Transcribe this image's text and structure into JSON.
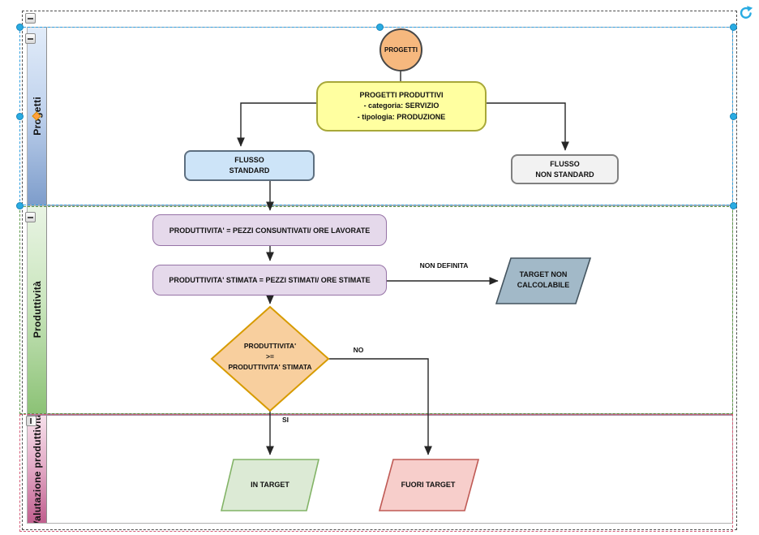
{
  "lanes": [
    {
      "label": "Progetti"
    },
    {
      "label": "Produttività"
    },
    {
      "label": "Valutazione produttività"
    }
  ],
  "nodes": {
    "start": {
      "label": "PROGETTI"
    },
    "progetti_produttivi": {
      "label": "PROGETTI PRODUTTIVI\n- categoria: SERVIZIO\n- tipologia: PRODUZIONE"
    },
    "flusso_standard": {
      "label": "FLUSSO\nSTANDARD"
    },
    "flusso_non_standard": {
      "label": "FLUSSO\nNON STANDARD"
    },
    "produttivita_formula": {
      "label": "PRODUTTIVITA' = PEZZI CONSUNTIVATI/ ORE LAVORATE"
    },
    "produttivita_stimata_formula": {
      "label": "PRODUTTIVITA' STIMATA = PEZZI STIMATI/ ORE STIMATE"
    },
    "target_non_calcolabile": {
      "label": "TARGET NON\nCALCOLABILE"
    },
    "decision": {
      "label": "PRODUTTIVITA'\n>=\nPRODUTTIVITA' STIMATA"
    },
    "in_target": {
      "label": "IN TARGET"
    },
    "fuori_target": {
      "label": "FUORI TARGET"
    }
  },
  "edge_labels": {
    "non_definita": "NON DEFINITA",
    "no": "NO",
    "si": "SI"
  },
  "colors": {
    "start_fill": "#f6b87e",
    "process_yellow_fill": "#ffffa0",
    "process_yellow_border": "#a8a838",
    "flusso_standard_fill": "#cde4f8",
    "flusso_non_standard_fill": "#f2f2f2",
    "formula_fill": "#e5d9eb",
    "formula_border": "#9673a6",
    "target_non_calcolabile_fill": "#a2b9c8",
    "decision_fill": "#f8cf9e",
    "decision_border": "#d79b00",
    "in_target_fill": "#dcead5",
    "in_target_border": "#82b366",
    "fuori_target_fill": "#f7cecb",
    "fuori_target_border": "#bf5a55",
    "lane1_bar": "#7e9dcb",
    "lane2_bar": "#8cc276",
    "lane3_bar": "#c05f8e",
    "selection_pool": "#4d4d4d",
    "selection_lane1": "#2f9fe0",
    "selection_lane2": "#5d9948",
    "selection_lane3": "#d65c78",
    "handle": "#29abe2",
    "anchor_diamond": "#ffa040"
  }
}
